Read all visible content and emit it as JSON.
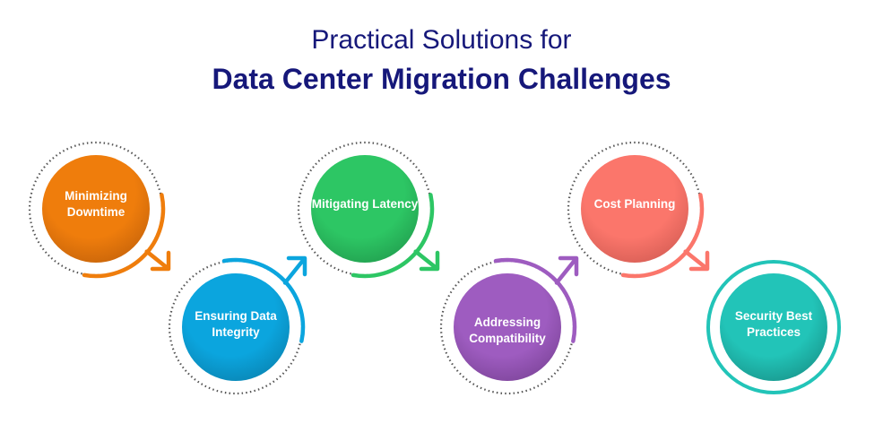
{
  "title": {
    "line1": "Practical Solutions for",
    "line2": "Data Center Migration Challenges"
  },
  "steps": [
    {
      "label": "Minimizing Downtime",
      "color": "#ef7d0c",
      "shade": "#c9650a"
    },
    {
      "label": "Ensuring Data Integrity",
      "color": "#0ba5de",
      "shade": "#0a86b5"
    },
    {
      "label": "Mitigating Latency",
      "color": "#2dc664",
      "shade": "#22a150"
    },
    {
      "label": "Addressing Compatibility",
      "color": "#9e5cc0",
      "shade": "#7f469c"
    },
    {
      "label": "Cost Planning",
      "color": "#fb766b",
      "shade": "#d85f56"
    },
    {
      "label": "Security Best Practices",
      "color": "#22c4b8",
      "shade": "#19998f"
    }
  ]
}
